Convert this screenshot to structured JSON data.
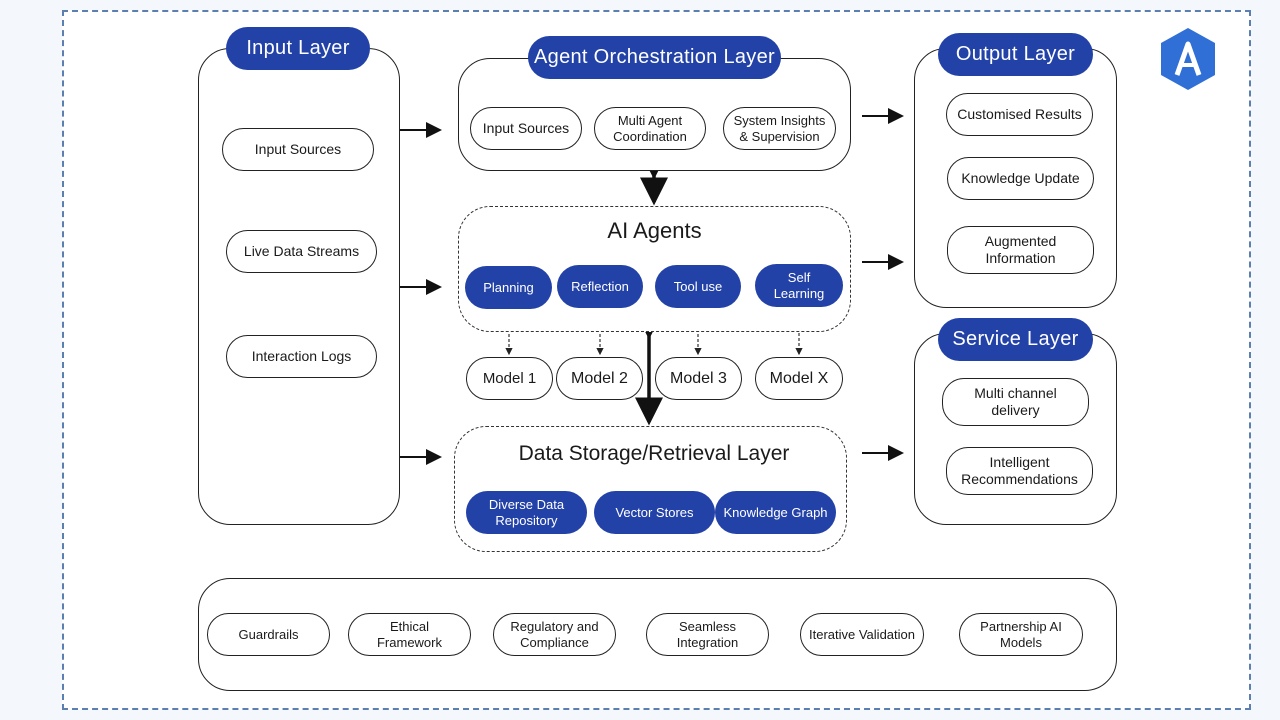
{
  "input_layer": {
    "title": "Input Layer",
    "items": [
      "Input Sources",
      "Live Data Streams",
      "Interaction Logs"
    ]
  },
  "orchestration_layer": {
    "title": "Agent Orchestration Layer",
    "items": [
      "Input Sources",
      "Multi Agent Coordination",
      "System Insights & Supervision"
    ]
  },
  "ai_agents": {
    "title": "AI Agents",
    "items": [
      "Planning",
      "Reflection",
      "Tool use",
      "Self Learning"
    ],
    "models": [
      "Model 1",
      "Model 2",
      "Model 3",
      "Model X"
    ]
  },
  "data_storage": {
    "title": "Data Storage/Retrieval Layer",
    "items": [
      "Diverse Data Repository",
      "Vector Stores",
      "Knowledge Graph"
    ]
  },
  "output_layer": {
    "title": "Output Layer",
    "items": [
      "Customised Results",
      "Knowledge Update",
      "Augmented Information"
    ]
  },
  "service_layer": {
    "title": "Service Layer",
    "items": [
      "Multi channel delivery",
      "Intelligent Recommendations"
    ]
  },
  "governance": {
    "items": [
      "Guardrails",
      "Ethical Framework",
      "Regulatory and Compliance",
      "Seamless Integration",
      "Iterative Validation",
      "Partnership AI Models"
    ]
  },
  "logo": {
    "letter": "A",
    "color": "#2f6fd6"
  },
  "colors": {
    "accent": "#2342a8",
    "frame": "#5a7fb0"
  }
}
